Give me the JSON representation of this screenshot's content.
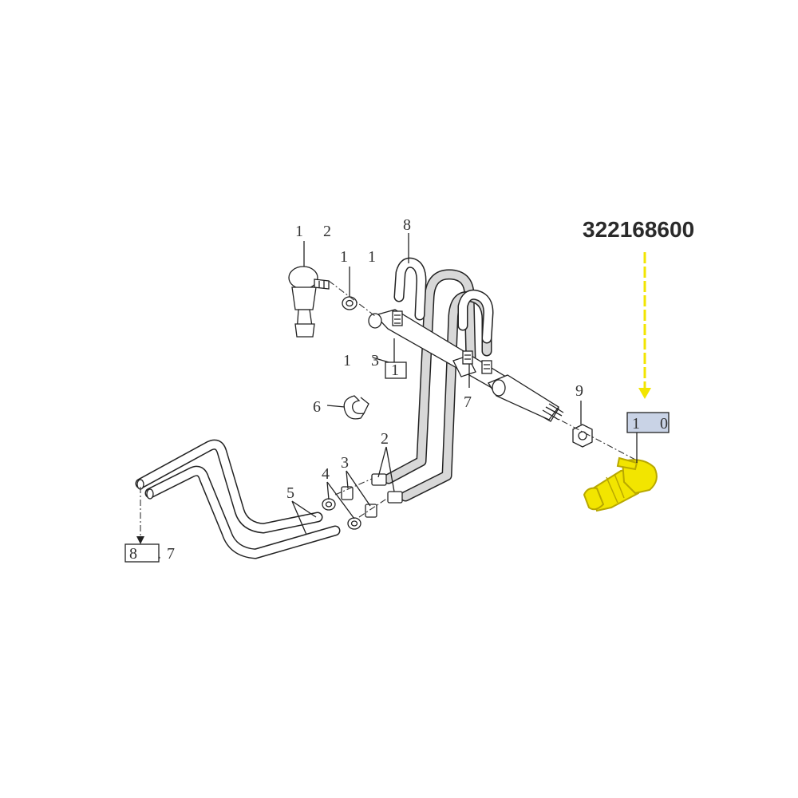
{
  "part_number": "322168600",
  "callouts": {
    "c12": "1 2",
    "c11": "1 1",
    "c8": "8",
    "c13": "1 3",
    "c1": "1",
    "c6": "6",
    "c7": "7",
    "c9": "9",
    "c10": "1 0",
    "c2": "2",
    "c3": "3",
    "c4": "4",
    "c5": "5",
    "c87_box": "8 .",
    "c87_num": "7"
  },
  "colors": {
    "highlight": "#f2e500",
    "highlight_stroke": "#b8a800",
    "arrow": "#f2e500",
    "box10_fill": "#c9d3e6",
    "line": "#222222"
  }
}
